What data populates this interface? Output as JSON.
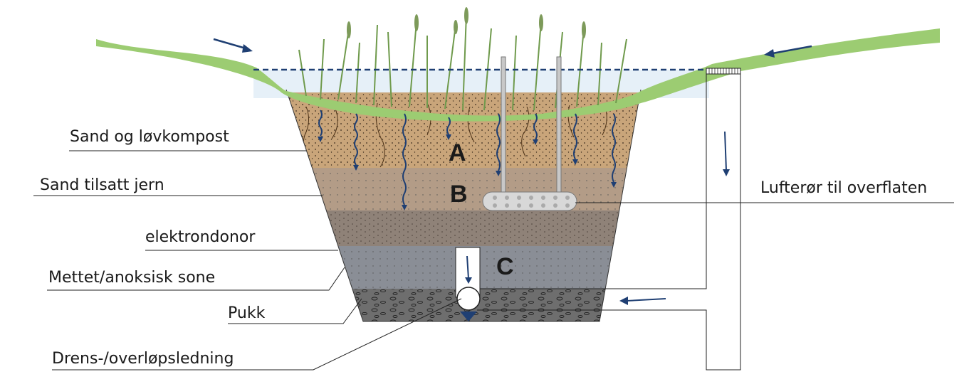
{
  "labels": {
    "sand_compost": "Sand og løvkompost",
    "sand_iron": "Sand tilsatt jern",
    "electron_donor": "elektrondonor",
    "saturated_zone": "Mettet/anoksisk sone",
    "gravel": "Pukk",
    "drain_pipe": "Drens-/overløpsledning",
    "vent_pipe": "Lufterør til overflaten"
  },
  "zones": {
    "a": "A",
    "b": "B",
    "c": "C"
  },
  "colors": {
    "grass": "#9ccc72",
    "water": "#e6f0f8",
    "sand_compost": "#c9a57a",
    "sand_iron": "#b39c87",
    "electron_donor": "#8f8278",
    "saturated": "#8a8e96",
    "gravel": "#6e6e6e",
    "arrow": "#1f3f73",
    "outline": "#222222"
  }
}
